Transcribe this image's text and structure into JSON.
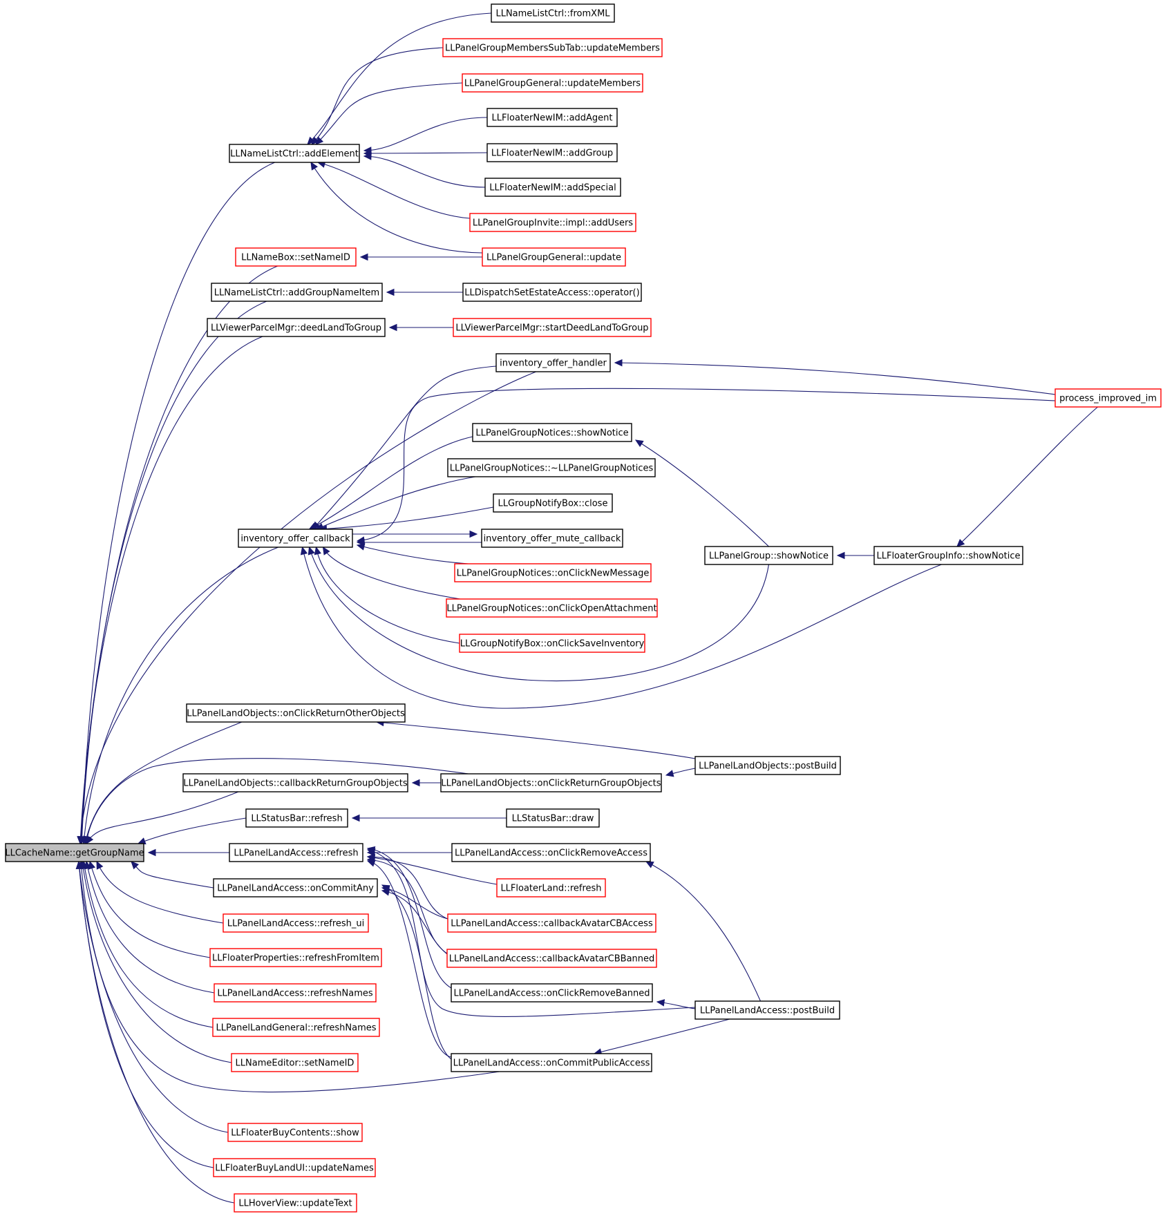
{
  "colors": {
    "edge": "#191970",
    "documented_border": "#000000",
    "undocumented_border": "#ff0000",
    "root_fill": "#bfbfbf",
    "node_fill": "#ffffff"
  },
  "nodes": [
    {
      "id": "root",
      "label": "LLCacheName::getGroupName",
      "root": true
    },
    {
      "id": "addElement",
      "label": "LLNameListCtrl::addElement"
    },
    {
      "id": "fromXML",
      "label": "LLNameListCtrl::fromXML"
    },
    {
      "id": "pgmsUpdateMembers",
      "label": "LLPanelGroupMembersSubTab::updateMembers",
      "undocumented": true
    },
    {
      "id": "pggUpdateMembers",
      "label": "LLPanelGroupGeneral::updateMembers",
      "undocumented": true
    },
    {
      "id": "addAgent",
      "label": "LLFloaterNewIM::addAgent"
    },
    {
      "id": "addGroup",
      "label": "LLFloaterNewIM::addGroup"
    },
    {
      "id": "addSpecial",
      "label": "LLFloaterNewIM::addSpecial"
    },
    {
      "id": "addUsers",
      "label": "LLPanelGroupInvite::impl::addUsers",
      "undocumented": true
    },
    {
      "id": "pggUpdate",
      "label": "LLPanelGroupGeneral::update",
      "undocumented": true
    },
    {
      "id": "setNameID",
      "label": "LLNameBox::setNameID",
      "undocumented": true
    },
    {
      "id": "addGroupNameItem",
      "label": "LLNameListCtrl::addGroupNameItem"
    },
    {
      "id": "dispatchOp",
      "label": "LLDispatchSetEstateAccess::operator()"
    },
    {
      "id": "deedLand",
      "label": "LLViewerParcelMgr::deedLandToGroup"
    },
    {
      "id": "startDeed",
      "label": "LLViewerParcelMgr::startDeedLandToGroup",
      "undocumented": true
    },
    {
      "id": "invHandler",
      "label": "inventory_offer_handler"
    },
    {
      "id": "processIM",
      "label": "process_improved_im",
      "undocumented": true
    },
    {
      "id": "showNoticePGN",
      "label": "LLPanelGroupNotices::showNotice"
    },
    {
      "id": "dtorPGN",
      "label": "LLPanelGroupNotices::~LLPanelGroupNotices"
    },
    {
      "id": "gnbClose",
      "label": "LLGroupNotifyBox::close"
    },
    {
      "id": "invCallback",
      "label": "inventory_offer_callback"
    },
    {
      "id": "invMute",
      "label": "inventory_offer_mute_callback"
    },
    {
      "id": "pgShowNotice",
      "label": "LLPanelGroup::showNotice"
    },
    {
      "id": "fgiShowNotice",
      "label": "LLFloaterGroupInfo::showNotice"
    },
    {
      "id": "onClickNewMsg",
      "label": "LLPanelGroupNotices::onClickNewMessage",
      "undocumented": true
    },
    {
      "id": "onClickOpenAtt",
      "label": "LLPanelGroupNotices::onClickOpenAttachment",
      "undocumented": true
    },
    {
      "id": "onClickSaveInv",
      "label": "LLGroupNotifyBox::onClickSaveInventory",
      "undocumented": true
    },
    {
      "id": "onClickRetOther",
      "label": "LLPanelLandObjects::onClickReturnOtherObjects"
    },
    {
      "id": "ploPostBuild",
      "label": "LLPanelLandObjects::postBuild"
    },
    {
      "id": "cbRetGroup",
      "label": "LLPanelLandObjects::callbackReturnGroupObjects"
    },
    {
      "id": "onClickRetGroup",
      "label": "LLPanelLandObjects::onClickReturnGroupObjects"
    },
    {
      "id": "sbRefresh",
      "label": "LLStatusBar::refresh"
    },
    {
      "id": "sbDraw",
      "label": "LLStatusBar::draw"
    },
    {
      "id": "plaRefresh",
      "label": "LLPanelLandAccess::refresh"
    },
    {
      "id": "plaOnClickRemoveAccess",
      "label": "LLPanelLandAccess::onClickRemoveAccess"
    },
    {
      "id": "flRefresh",
      "label": "LLFloaterLand::refresh",
      "undocumented": true
    },
    {
      "id": "plaOnCommitAny",
      "label": "LLPanelLandAccess::onCommitAny"
    },
    {
      "id": "plaRefreshUI",
      "label": "LLPanelLandAccess::refresh_ui",
      "undocumented": true
    },
    {
      "id": "cbAvatarAccess",
      "label": "LLPanelLandAccess::callbackAvatarCBAccess",
      "undocumented": true
    },
    {
      "id": "fpRefreshFromItem",
      "label": "LLFloaterProperties::refreshFromItem",
      "undocumented": true
    },
    {
      "id": "cbAvatarBanned",
      "label": "LLPanelLandAccess::callbackAvatarCBBanned",
      "undocumented": true
    },
    {
      "id": "plaRefreshNames",
      "label": "LLPanelLandAccess::refreshNames",
      "undocumented": true
    },
    {
      "id": "plaOnClickRemoveBanned",
      "label": "LLPanelLandAccess::onClickRemoveBanned"
    },
    {
      "id": "plaPostBuild",
      "label": "LLPanelLandAccess::postBuild"
    },
    {
      "id": "plgRefreshNames",
      "label": "LLPanelLandGeneral::refreshNames",
      "undocumented": true
    },
    {
      "id": "neSetNameID",
      "label": "LLNameEditor::setNameID",
      "undocumented": true
    },
    {
      "id": "plaOnCommitPublic",
      "label": "LLPanelLandAccess::onCommitPublicAccess"
    },
    {
      "id": "fbcShow",
      "label": "LLFloaterBuyContents::show",
      "undocumented": true
    },
    {
      "id": "fblUpdateNames",
      "label": "LLFloaterBuyLandUI::updateNames",
      "undocumented": true
    },
    {
      "id": "hvUpdateText",
      "label": "LLHoverView::updateText",
      "undocumented": true
    }
  ],
  "edges": [
    [
      "addElement",
      "root"
    ],
    [
      "setNameID",
      "root"
    ],
    [
      "addGroupNameItem",
      "root"
    ],
    [
      "deedLand",
      "root"
    ],
    [
      "invHandler",
      "root"
    ],
    [
      "invCallback",
      "root"
    ],
    [
      "onClickRetOther",
      "root"
    ],
    [
      "onClickRetGroup",
      "root"
    ],
    [
      "cbRetGroup",
      "root"
    ],
    [
      "sbRefresh",
      "root"
    ],
    [
      "plaRefresh",
      "root"
    ],
    [
      "plaOnCommitAny",
      "root"
    ],
    [
      "plaRefreshUI",
      "root"
    ],
    [
      "fpRefreshFromItem",
      "root"
    ],
    [
      "plaRefreshNames",
      "root"
    ],
    [
      "plgRefreshNames",
      "root"
    ],
    [
      "neSetNameID",
      "root"
    ],
    [
      "plaOnCommitPublic",
      "root"
    ],
    [
      "fbcShow",
      "root"
    ],
    [
      "fblUpdateNames",
      "root"
    ],
    [
      "hvUpdateText",
      "root"
    ],
    [
      "fromXML",
      "addElement"
    ],
    [
      "pgmsUpdateMembers",
      "addElement"
    ],
    [
      "pggUpdateMembers",
      "addElement"
    ],
    [
      "addAgent",
      "addElement"
    ],
    [
      "addGroup",
      "addElement"
    ],
    [
      "addSpecial",
      "addElement"
    ],
    [
      "addUsers",
      "addElement"
    ],
    [
      "pggUpdate",
      "addElement"
    ],
    [
      "pggUpdate",
      "setNameID"
    ],
    [
      "dispatchOp",
      "addGroupNameItem"
    ],
    [
      "startDeed",
      "deedLand"
    ],
    [
      "processIM",
      "invHandler"
    ],
    [
      "processIM",
      "invCallback"
    ],
    [
      "invHandler",
      "invCallback"
    ],
    [
      "showNoticePGN",
      "invCallback"
    ],
    [
      "dtorPGN",
      "invCallback"
    ],
    [
      "gnbClose",
      "invCallback"
    ],
    [
      "invMute",
      "invCallback"
    ],
    [
      "invCallback",
      "invMute"
    ],
    [
      "onClickNewMsg",
      "invCallback"
    ],
    [
      "onClickOpenAtt",
      "invCallback"
    ],
    [
      "onClickSaveInv",
      "invCallback"
    ],
    [
      "pgShowNotice",
      "invCallback"
    ],
    [
      "fgiShowNotice",
      "invCallback"
    ],
    [
      "pgShowNotice",
      "showNoticePGN"
    ],
    [
      "fgiShowNotice",
      "pgShowNotice"
    ],
    [
      "processIM",
      "fgiShowNotice"
    ],
    [
      "ploPostBuild",
      "onClickRetOther"
    ],
    [
      "ploPostBuild",
      "onClickRetGroup"
    ],
    [
      "onClickRetGroup",
      "cbRetGroup"
    ],
    [
      "sbDraw",
      "sbRefresh"
    ],
    [
      "plaOnClickRemoveAccess",
      "plaRefresh"
    ],
    [
      "flRefresh",
      "plaRefresh"
    ],
    [
      "cbAvatarAccess",
      "plaRefresh"
    ],
    [
      "cbAvatarBanned",
      "plaRefresh"
    ],
    [
      "plaOnClickRemoveBanned",
      "plaRefresh"
    ],
    [
      "plaPostBuild",
      "plaRefresh"
    ],
    [
      "plaOnCommitPublic",
      "plaRefresh"
    ],
    [
      "plaPostBuild",
      "plaOnClickRemoveAccess"
    ],
    [
      "plaPostBuild",
      "plaOnClickRemoveBanned"
    ],
    [
      "plaPostBuild",
      "plaOnCommitPublic"
    ],
    [
      "cbAvatarAccess",
      "plaOnCommitAny"
    ],
    [
      "cbAvatarBanned",
      "plaOnCommitAny"
    ],
    [
      "plaOnCommitPublic",
      "plaOnCommitAny"
    ]
  ]
}
